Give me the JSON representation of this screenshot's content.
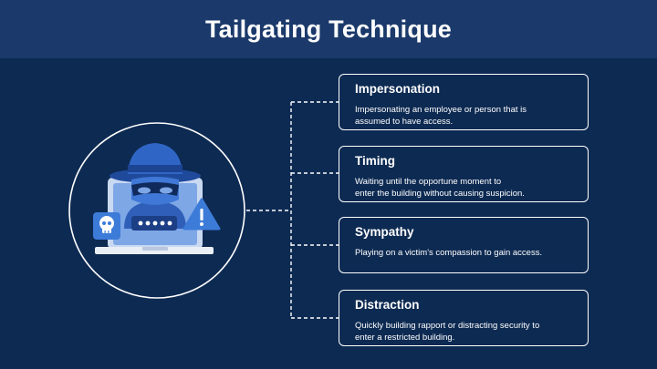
{
  "slide": {
    "title": "Tailgating Technique"
  },
  "illustration": {
    "icons": [
      "hacker-icon",
      "skull-icon",
      "warning-icon",
      "password-field-icon",
      "laptop-icon"
    ]
  },
  "techniques": [
    {
      "title": "Impersonation",
      "line1": "Impersonating an employee or person that is",
      "line2": "assumed to have access."
    },
    {
      "title": "Timing",
      "line1": "Waiting until the opportune moment to",
      "line2": "enter the building without causing suspicion."
    },
    {
      "title": "Sympathy",
      "line1": "Playing on a victim's compassion to gain access.",
      "line2": ""
    },
    {
      "title": "Distraction",
      "line1": "Quickly building rapport or distracting security to",
      "line2": "enter a restricted building."
    }
  ],
  "colors": {
    "background": "#0d2a52",
    "header": "#1b3a6b",
    "text": "#ffffff",
    "icon_blue": "#3d7bd9",
    "icon_light": "#8db4f0"
  }
}
